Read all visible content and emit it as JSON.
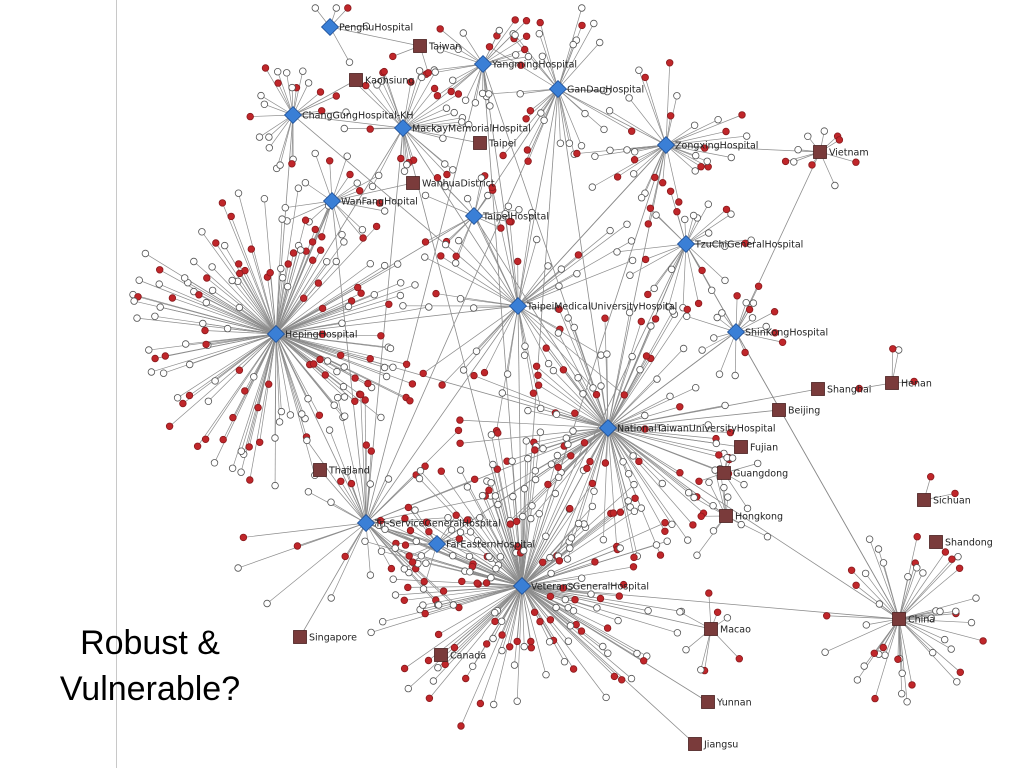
{
  "caption": {
    "line1": "Robust &",
    "line2": "Vulnerable?"
  },
  "colors": {
    "hospital": "#3a7fd6",
    "region": "#7a3b3b",
    "patient_infected": "#c0262a",
    "patient_other": "#ffffff",
    "edge": "#8c8c8c"
  },
  "node_types": {
    "hospital": "blue-diamond",
    "region": "brown-square",
    "patient": "circle"
  },
  "hospitals": [
    "PenghuHospital",
    "YangmingHospital",
    "GanDauHospital",
    "ChangGungHospital-KH",
    "MackayMemorialHospital",
    "ZongxingHospital",
    "WanFangHopital",
    "TaipeiHospital",
    "TzuChiGeneralHospital",
    "TaipeiMedicalUniversityHospital",
    "HepingHospital",
    "ShinKongHospital",
    "NationalTaiwanUniversityHospital",
    "Tri-ServiceGeneralHospital",
    "FarEasternHospital",
    "VeteransGeneralHospital"
  ],
  "regions": [
    "Taiwan",
    "Kaohsiung",
    "Taipei",
    "WanhuaDistrict",
    "Vietnam",
    "Shanghai",
    "Henan",
    "Beijing",
    "Fujian",
    "Guangdong",
    "Thailand",
    "Hongkong",
    "Sichuan",
    "Shandong",
    "China",
    "Macao",
    "Singapore",
    "Canada",
    "Yunnan",
    "Jiangsu"
  ]
}
